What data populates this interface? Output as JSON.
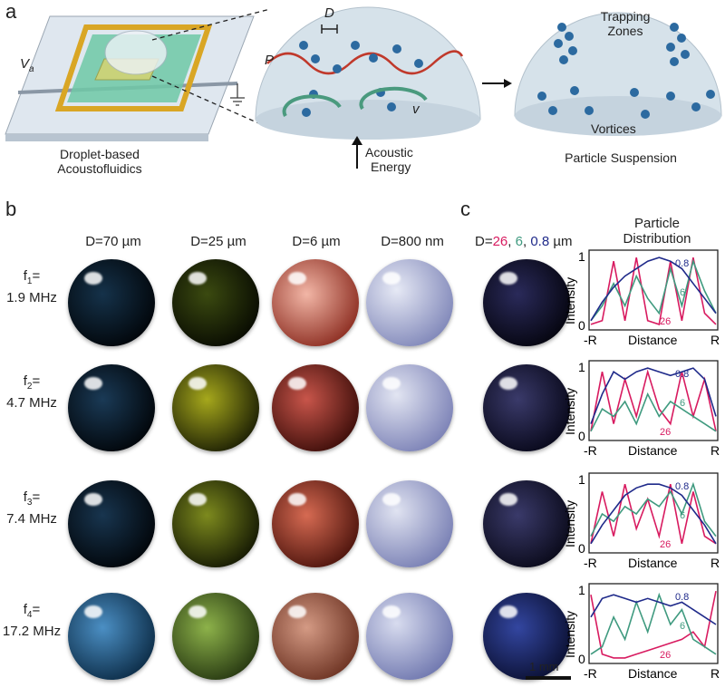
{
  "panel_a": {
    "letter": "a",
    "voltage_label": "V",
    "voltage_sub": "a",
    "device_caption_line1": "Droplet-based",
    "device_caption_line2": "Acoustofluidics",
    "diameter_label": "D",
    "pressure_label": "P",
    "velocity_label": "v",
    "energy_line1": "Acoustic",
    "energy_line2": "Energy",
    "trapping_line1": "Trapping",
    "trapping_line2": "Zones",
    "vortices_label": "Vortices",
    "suspension_caption": "Particle Suspension"
  },
  "panel_b": {
    "letter": "b",
    "columns": [
      "D=70 µm",
      "D=25 µm",
      "D=6 µm",
      "D=800 nm"
    ],
    "rows": [
      {
        "f": "f",
        "sub": "1",
        "eq": "=",
        "value": "1.9 MHz"
      },
      {
        "f": "f",
        "sub": "2",
        "eq": "=",
        "value": "4.7 MHz"
      },
      {
        "f": "f",
        "sub": "3",
        "eq": "=",
        "value": "7.4 MHz"
      },
      {
        "f": "f",
        "sub": "4",
        "eq": "=",
        "value": "17.2 MHz"
      }
    ]
  },
  "panel_c": {
    "letter": "c",
    "header_prefix": "D=",
    "header_a": "26",
    "header_sep1": ", ",
    "header_b": "6",
    "header_sep2": ", ",
    "header_c": "0.8",
    "header_unit": " µm",
    "dist_title_line1": "Particle",
    "dist_title_line2": "Distribution",
    "scale_bar": "1 mm",
    "colors": {
      "d26": "#d81b60",
      "d6": "#3f9a7f",
      "d08": "#1f2a8a"
    }
  },
  "chart_data": [
    {
      "type": "line",
      "xlabel": "Distance",
      "ylabel": "Intensity",
      "x_ticks": [
        "-R",
        "R"
      ],
      "y_ticks": [
        "0",
        "1"
      ],
      "series": [
        {
          "name": "26",
          "values": [
            0.05,
            0.1,
            0.9,
            0.1,
            0.95,
            0.1,
            0.05,
            0.9,
            0.1,
            0.95,
            0.2,
            0.05
          ]
        },
        {
          "name": "6",
          "values": [
            0.1,
            0.3,
            0.6,
            0.3,
            0.7,
            0.4,
            0.2,
            0.8,
            0.3,
            0.9,
            0.5,
            0.2
          ]
        },
        {
          "name": "0.8",
          "values": [
            0.1,
            0.35,
            0.55,
            0.7,
            0.8,
            0.9,
            0.95,
            0.9,
            0.8,
            0.6,
            0.4,
            0.2
          ]
        }
      ]
    },
    {
      "type": "line",
      "xlabel": "Distance",
      "ylabel": "Intensity",
      "x_ticks": [
        "-R",
        "R"
      ],
      "y_ticks": [
        "0",
        "1"
      ],
      "series": [
        {
          "name": "26",
          "values": [
            0.1,
            0.9,
            0.2,
            0.8,
            0.3,
            0.9,
            0.4,
            0.2,
            0.9,
            0.3,
            0.8,
            0.1
          ]
        },
        {
          "name": "6",
          "values": [
            0.1,
            0.4,
            0.3,
            0.5,
            0.2,
            0.6,
            0.3,
            0.5,
            0.4,
            0.3,
            0.2,
            0.1
          ]
        },
        {
          "name": "0.8",
          "values": [
            0.2,
            0.6,
            0.9,
            0.8,
            0.9,
            0.95,
            0.9,
            0.85,
            0.9,
            0.95,
            0.8,
            0.3
          ]
        }
      ]
    },
    {
      "type": "line",
      "xlabel": "Distance",
      "ylabel": "Intensity",
      "x_ticks": [
        "-R",
        "R"
      ],
      "y_ticks": [
        "0",
        "1"
      ],
      "series": [
        {
          "name": "26",
          "values": [
            0.1,
            0.8,
            0.2,
            0.9,
            0.3,
            0.7,
            0.2,
            0.9,
            0.1,
            0.8,
            0.2,
            0.1
          ]
        },
        {
          "name": "6",
          "values": [
            0.2,
            0.5,
            0.4,
            0.6,
            0.5,
            0.7,
            0.6,
            0.8,
            0.5,
            0.9,
            0.4,
            0.2
          ]
        },
        {
          "name": "0.8",
          "values": [
            0.1,
            0.35,
            0.55,
            0.75,
            0.85,
            0.9,
            0.9,
            0.85,
            0.75,
            0.55,
            0.35,
            0.1
          ]
        }
      ]
    },
    {
      "type": "line",
      "xlabel": "Distance",
      "ylabel": "Intensity",
      "x_ticks": [
        "-R",
        "R"
      ],
      "y_ticks": [
        "0",
        "1"
      ],
      "series": [
        {
          "name": "26",
          "values": [
            0.9,
            0.1,
            0.05,
            0.05,
            0.1,
            0.15,
            0.2,
            0.25,
            0.3,
            0.4,
            0.2,
            0.95
          ]
        },
        {
          "name": "6",
          "values": [
            0.1,
            0.2,
            0.6,
            0.3,
            0.8,
            0.4,
            0.9,
            0.5,
            0.7,
            0.3,
            0.2,
            0.1
          ]
        },
        {
          "name": "0.8",
          "values": [
            0.6,
            0.85,
            0.9,
            0.85,
            0.8,
            0.85,
            0.8,
            0.75,
            0.8,
            0.7,
            0.6,
            0.5
          ]
        }
      ]
    }
  ]
}
